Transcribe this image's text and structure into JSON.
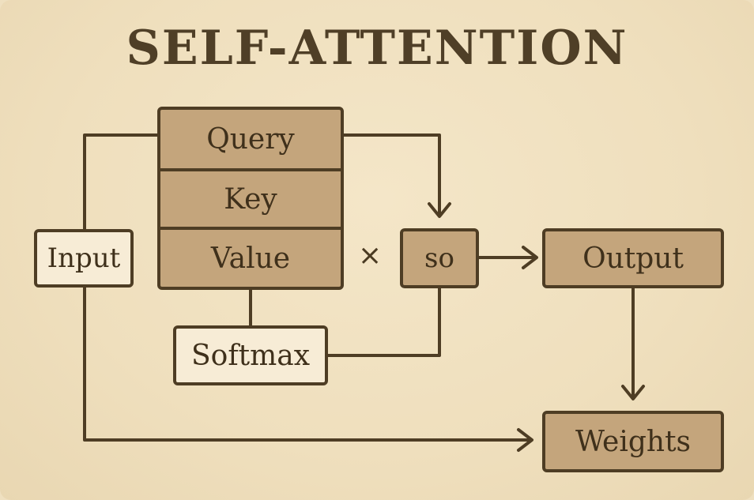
{
  "title": "SELF-ATTENTION",
  "nodes": {
    "query": "Query",
    "key": "Key",
    "value": "Value",
    "input": "Input",
    "softmax": "Softmax",
    "so": "so",
    "output": "Output",
    "weights": "Weights"
  },
  "operator": "×",
  "colors": {
    "background": "#efdfbd",
    "box_fill_dark": "#c4a57c",
    "box_fill_light": "#f7ecd6",
    "stroke": "#4e3d24"
  }
}
